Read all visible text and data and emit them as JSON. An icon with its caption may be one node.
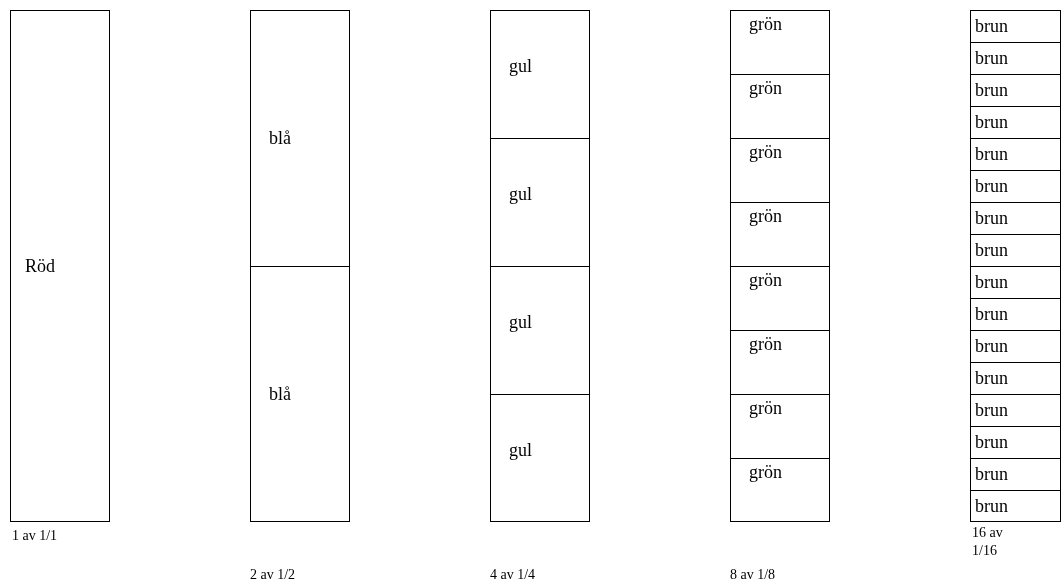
{
  "diagram": {
    "nodes": [
      {
        "text": [
          "Röd"
        ]
      },
      {
        "text": [
          "blå"
        ]
      },
      {
        "text": [
          "blå"
        ]
      },
      {
        "text": [
          "gul"
        ]
      },
      {
        "text": [
          "gul"
        ]
      },
      {
        "text": [
          "gul"
        ]
      },
      {
        "text": [
          "gul"
        ]
      },
      {
        "text": [
          "grön"
        ]
      },
      {
        "text": [
          "grön"
        ]
      },
      {
        "text": [
          "grön"
        ]
      },
      {
        "text": [
          "grön"
        ]
      },
      {
        "text": [
          "grön"
        ]
      },
      {
        "text": [
          "grön"
        ]
      },
      {
        "text": [
          "grön"
        ]
      },
      {
        "text": [
          "grön"
        ]
      },
      {
        "text": [
          "brun"
        ]
      },
      {
        "text": [
          "brun"
        ]
      },
      {
        "text": [
          "brun"
        ]
      },
      {
        "text": [
          "brun"
        ]
      },
      {
        "text": [
          "brun"
        ]
      },
      {
        "text": [
          "brun"
        ]
      },
      {
        "text": [
          "brun"
        ]
      },
      {
        "text": [
          "brun"
        ]
      },
      {
        "text": [
          "brun"
        ]
      },
      {
        "text": [
          "brun"
        ]
      },
      {
        "text": [
          "brun"
        ]
      },
      {
        "text": [
          "brun"
        ]
      },
      {
        "text": [
          "brun"
        ]
      },
      {
        "text": [
          "brun"
        ]
      },
      {
        "text": [
          "brun"
        ]
      },
      {
        "text": [
          "brun"
        ]
      }
    ],
    "labels": [
      "1 av 1/1",
      "2 av 1/2",
      "4 av 1/4",
      "8 av 1/8",
      "16 av 1/16"
    ]
  }
}
